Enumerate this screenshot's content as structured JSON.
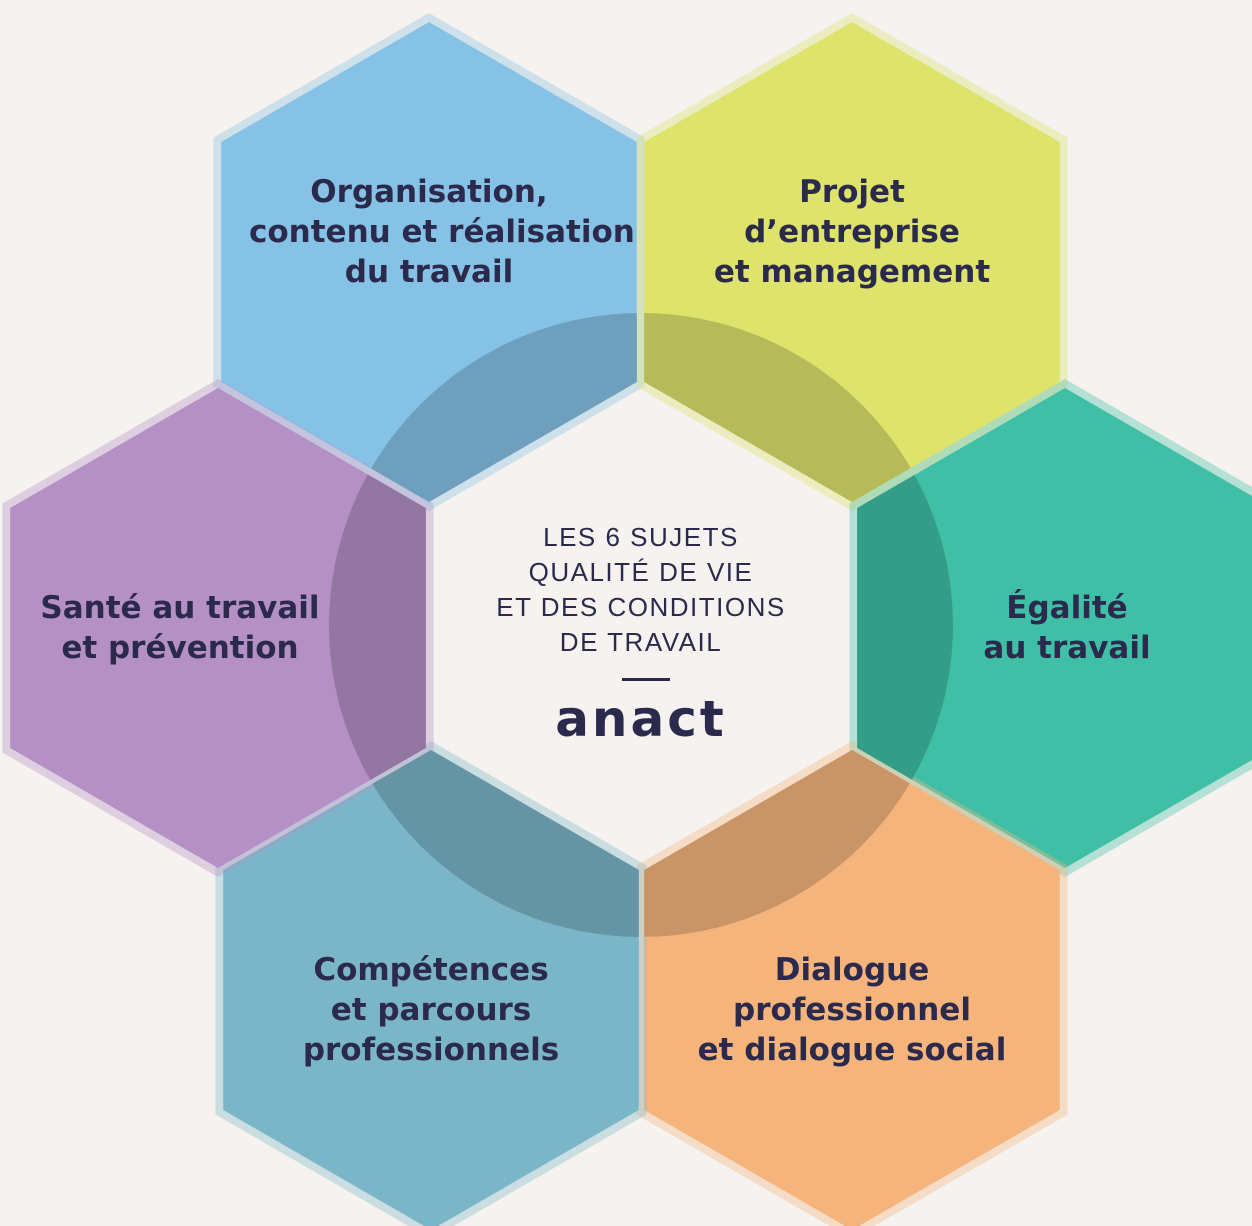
{
  "center": {
    "title_lines": [
      "LES 6 SUJETS",
      "QUALITÉ DE VIE",
      "ET DES CONDITIONS",
      "DE TRAVAIL"
    ],
    "logo_text": "anact"
  },
  "hexagons": [
    {
      "id": "organisation",
      "color": "#86c2e6",
      "lines": [
        "Organisation,",
        "contenu et réalisation",
        "du travail"
      ]
    },
    {
      "id": "projet",
      "color": "#dee36c",
      "lines": [
        "Projet",
        "d’entreprise",
        "et management"
      ]
    },
    {
      "id": "egalite",
      "color": "#3fc0a6",
      "lines": [
        "Égalité",
        "au travail"
      ]
    },
    {
      "id": "dialogue",
      "color": "#f5b47c",
      "lines": [
        "Dialogue",
        "professionnel",
        "et dialogue social"
      ]
    },
    {
      "id": "competences",
      "color": "#7bb6c8",
      "lines": [
        "Compétences",
        "et parcours",
        "professionnels"
      ]
    },
    {
      "id": "sante",
      "color": "#b590c5",
      "lines": [
        "Santé au travail",
        "et prévention"
      ]
    }
  ],
  "colors": {
    "background": "#f5f2ef",
    "text": "#2b2a4c",
    "ring": "#2e93c9"
  }
}
